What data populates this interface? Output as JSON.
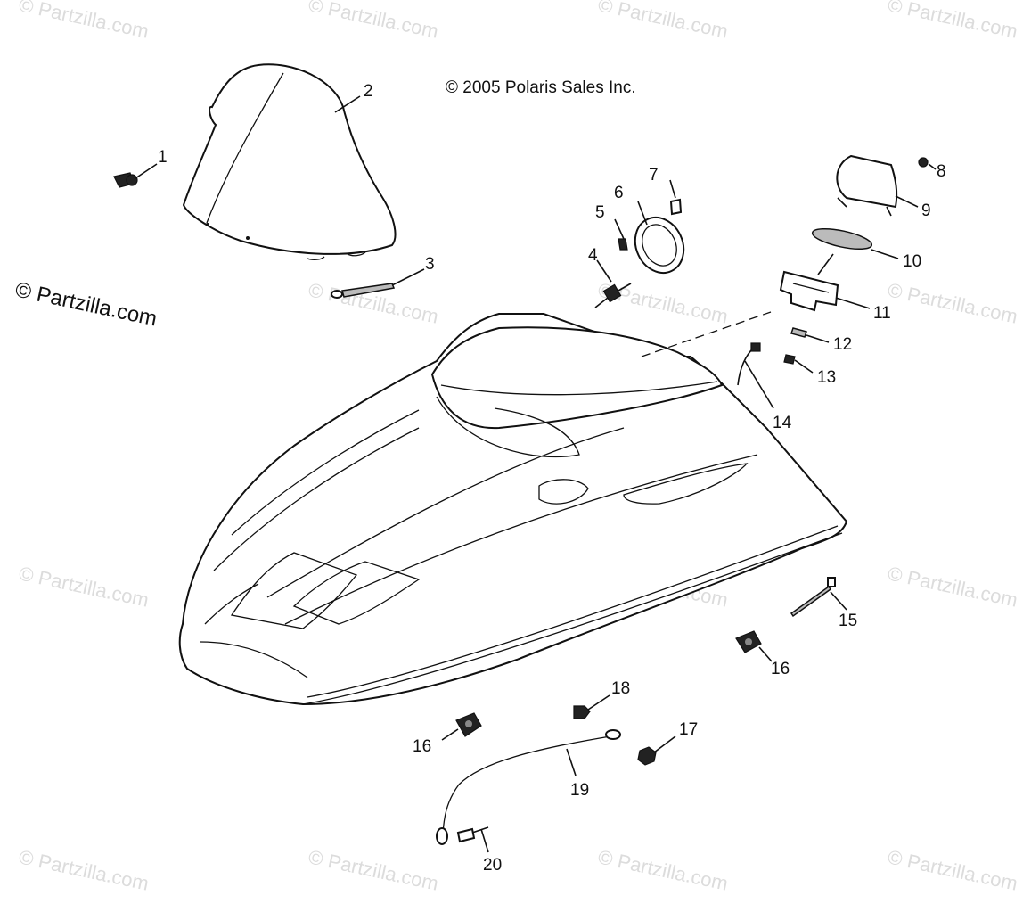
{
  "copyright": "© 2005 Polaris Sales Inc.",
  "brand_watermark": "© Partzilla.com",
  "tile_watermark": "© Partzilla.com",
  "callouts": [
    {
      "id": "c1",
      "text": "1"
    },
    {
      "id": "c2",
      "text": "2"
    },
    {
      "id": "c3",
      "text": "3"
    },
    {
      "id": "c4",
      "text": "4"
    },
    {
      "id": "c5",
      "text": "5"
    },
    {
      "id": "c6",
      "text": "6"
    },
    {
      "id": "c7",
      "text": "7"
    },
    {
      "id": "c8",
      "text": "8"
    },
    {
      "id": "c9",
      "text": "9"
    },
    {
      "id": "c10",
      "text": "10"
    },
    {
      "id": "c11",
      "text": "11"
    },
    {
      "id": "c12",
      "text": "12"
    },
    {
      "id": "c13",
      "text": "13"
    },
    {
      "id": "c14",
      "text": "14"
    },
    {
      "id": "c15",
      "text": "15"
    },
    {
      "id": "c16a",
      "text": "16"
    },
    {
      "id": "c16b",
      "text": "16"
    },
    {
      "id": "c17",
      "text": "17"
    },
    {
      "id": "c18",
      "text": "18"
    },
    {
      "id": "c19",
      "text": "19"
    },
    {
      "id": "c20",
      "text": "20"
    }
  ]
}
